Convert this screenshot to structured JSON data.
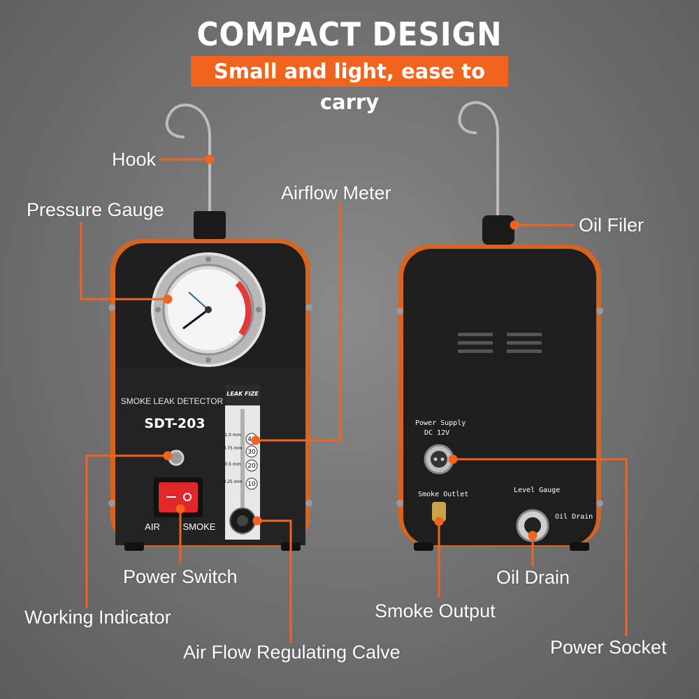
{
  "title": "COMPACT DESIGN",
  "subtitle": "Small and light, ease to carry",
  "colors": {
    "accent": "#f0641e",
    "body": "#1c1c1c",
    "switch": "#e0282a"
  },
  "front": {
    "brand_label": "SMOKE LEAK DETECTOR",
    "model": "SDT-203",
    "switch_left": "AIR",
    "switch_right": "SMOKE",
    "flowmeter_brand": "LEAK FIZE",
    "flowmeter_scale": [
      "40",
      "30",
      "20",
      "10"
    ],
    "flowmeter_mm": [
      "1.0 mm",
      "0.75 mm",
      "0.5 mm",
      "0.25 mm"
    ]
  },
  "back": {
    "power_supply": "Power Supply",
    "power_dc": "DC  12V",
    "smoke_outlet": "Smoke Outlet",
    "level_gauge": "Level Gauge",
    "oil_drain_text": "Oil Drain"
  },
  "callouts": {
    "hook": "Hook",
    "pressure_gauge": "Pressure Gauge",
    "airflow_meter": "Airflow Meter",
    "power_switch": "Power Switch",
    "working_indicator": "Working Indicator",
    "air_flow_valve": "Air Flow Regulating Calve",
    "oil_filer": "Oil Filer",
    "oil_drain": "Oil Drain",
    "smoke_output": "Smoke Output",
    "power_socket": "Power Socket"
  }
}
